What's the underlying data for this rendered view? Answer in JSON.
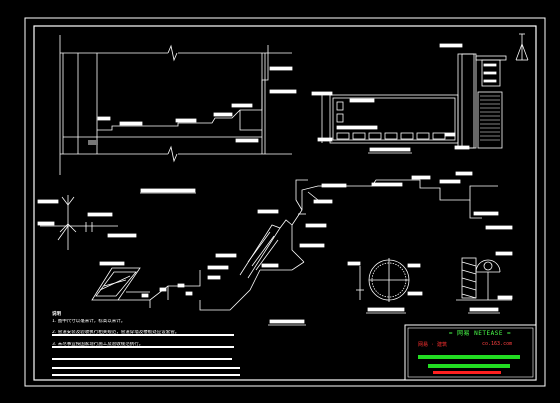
{
  "title_block": {
    "title": "= 网易 NETEASE =",
    "subtitle_left": "网易 · 建筑",
    "subtitle_right": "co.163.com"
  },
  "notes": {
    "heading": "说明",
    "lines": [
      "1. 图中尺寸以毫米计，标高以米计。",
      "2. 管道安装及验收执行相关规范，管道穿墙及楼板处应设套管。",
      "3. 未尽事宜按国家现行施工及验收规范执行。"
    ]
  },
  "colors": {
    "background": "#000000",
    "line": "#ffffff",
    "frame": "#ffffff",
    "accent_green": "#22dd22",
    "accent_red": "#ff2020"
  }
}
